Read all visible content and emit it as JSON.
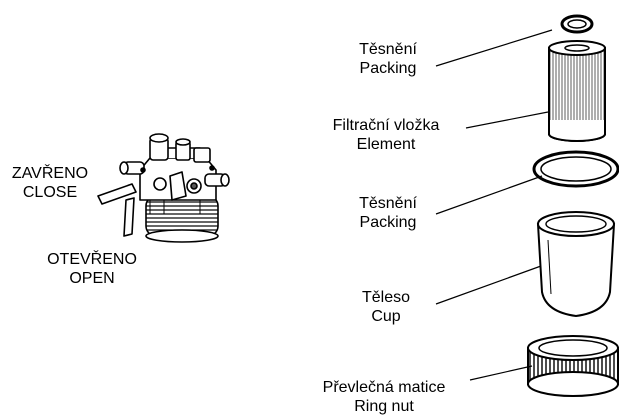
{
  "valve": {
    "closed_cz": "ZAVŘENO",
    "closed_en": "CLOSE",
    "open_cz": "OTEVŘENO",
    "open_en": "OPEN"
  },
  "parts": [
    {
      "name_cz": "Těsnění",
      "name_en": "Packing"
    },
    {
      "name_cz": "Filtrační vložka",
      "name_en": "Element"
    },
    {
      "name_cz": "Těsnění",
      "name_en": "Packing"
    },
    {
      "name_cz": "Těleso",
      "name_en": "Cup"
    },
    {
      "name_cz": "Převlečná matice",
      "name_en": "Ring nut"
    }
  ],
  "colors": {
    "line": "#000000",
    "fill": "#ffffff",
    "shade": "#555555"
  }
}
